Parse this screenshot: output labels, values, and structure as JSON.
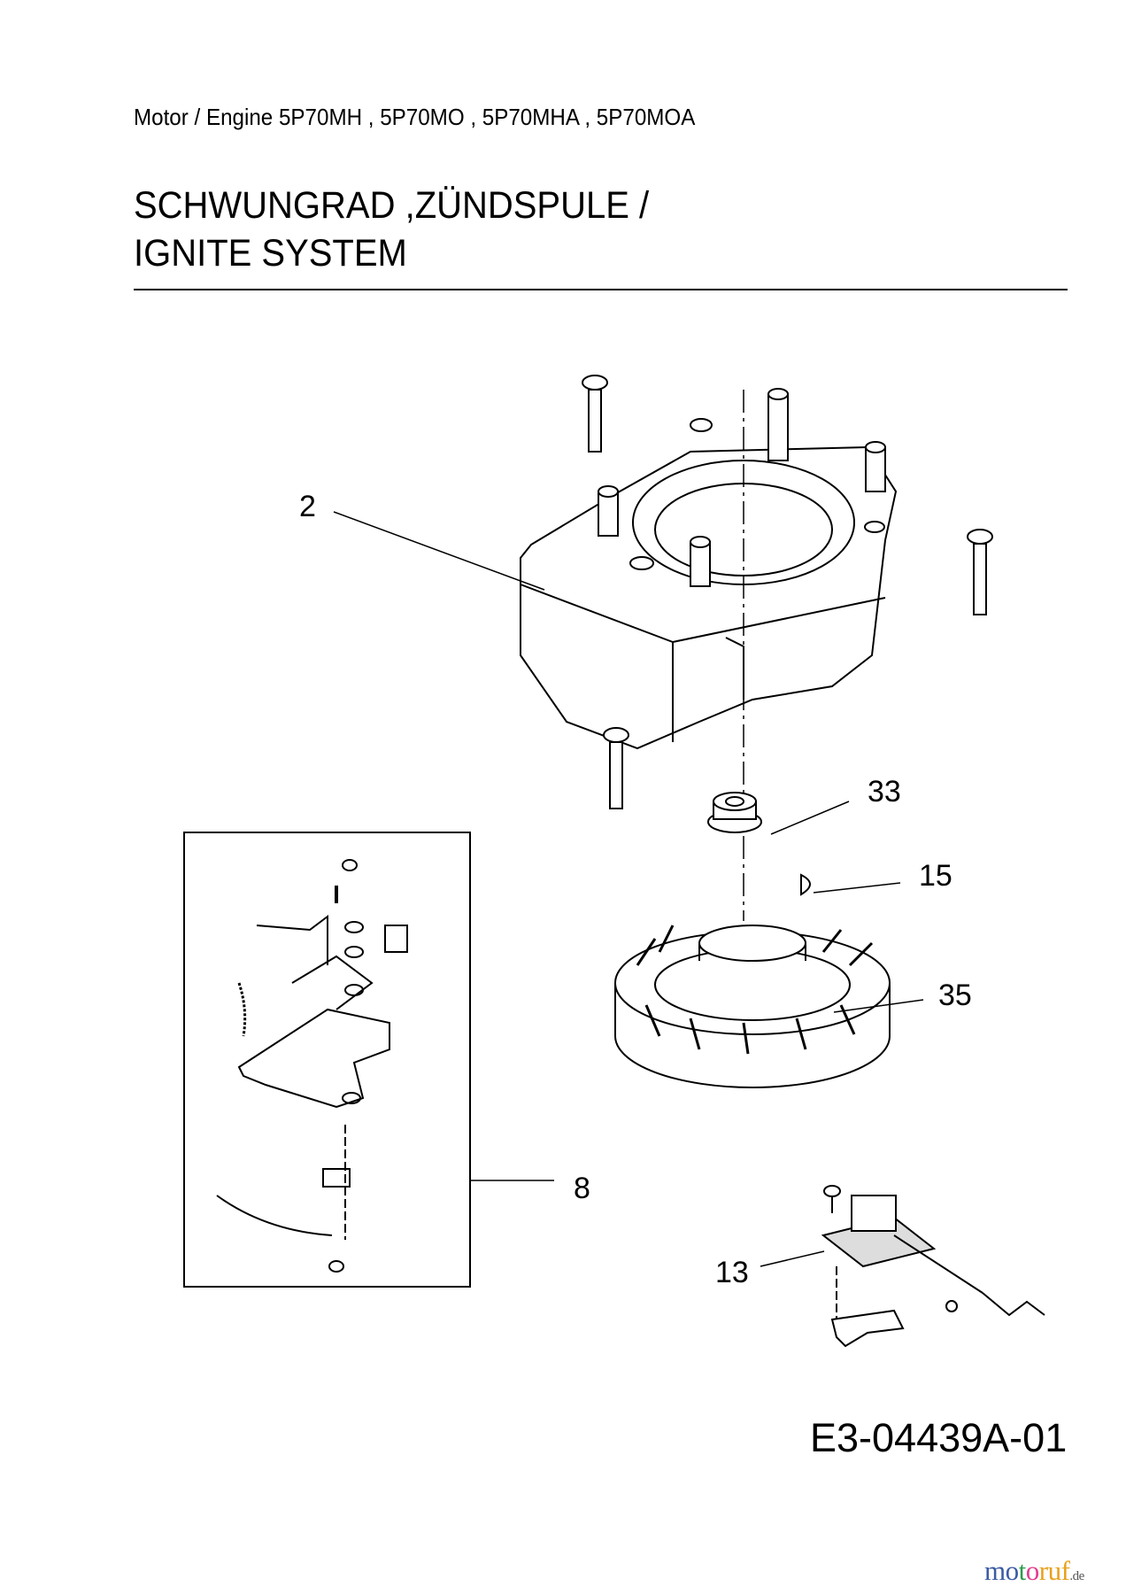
{
  "header": {
    "subtitle": "Motor / Engine 5P70MH , 5P70MO , 5P70MHA , 5P70MOA",
    "title_line1": "SCHWUNGRAD ,ZÜNDSPULE /",
    "title_line2": "IGNITE SYSTEM"
  },
  "callouts": {
    "housing": "2",
    "nut": "33",
    "key": "15",
    "flywheel": "35",
    "brake_assembly": "8",
    "ignition_coil": "13"
  },
  "diagram_code": "E3-04439A-01",
  "watermark": {
    "letters": [
      "m",
      "o",
      "t",
      "o",
      "r",
      "u",
      "f"
    ],
    "colors": [
      "#3b5ba5",
      "#3b5ba5",
      "#2e9b4a",
      "#e23d8f",
      "#e8a11c",
      "#e8a11c",
      "#e8a11c"
    ],
    "suffix": ".de"
  }
}
